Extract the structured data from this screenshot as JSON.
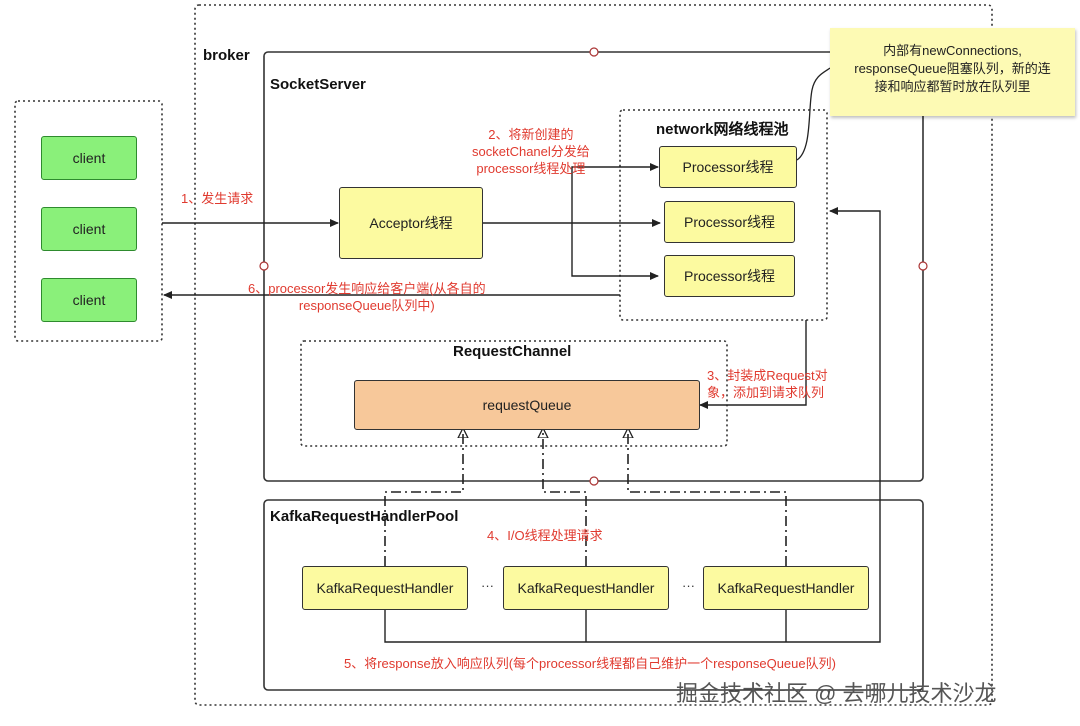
{
  "broker_label": "broker",
  "socket_server_label": "SocketServer",
  "network_pool_label": "network网络线程池",
  "request_channel_label": "RequestChannel",
  "handler_pool_label": "KafkaRequestHandlerPool",
  "clients": [
    "client",
    "client",
    "client"
  ],
  "acceptor_label": "Acceptor线程",
  "processors": [
    "Processor线程",
    "Processor线程",
    "Processor线程"
  ],
  "request_queue_label": "requestQueue",
  "handlers": [
    "KafkaRequestHandler",
    "KafkaRequestHandler",
    "KafkaRequestHandler"
  ],
  "ellipsis": "···",
  "note": {
    "line1": "内部有newConnections,",
    "line2": "responseQueue阻塞队列，新的连",
    "line3": "接和响应都暂时放在队列里"
  },
  "steps": {
    "step1": "1、发生请求",
    "step2_line1": "2、将新创建的",
    "step2_line2": "socketChanel分发给",
    "step2_line3": "processor线程处理",
    "step3_line1": "3、封装成Request对",
    "step3_line2": "象，添加到请求队列",
    "step4": "4、I/O线程处理请求",
    "step5": "5、将response放入响应队列(每个processor线程都自己维护一个responseQueue队列)",
    "step6_line1": "6、processor发生响应给客户端(从各自的",
    "step6_line2": "responseQueue队列中)"
  },
  "watermark": "掘金技术社区 @ 去哪儿技术沙龙",
  "colors": {
    "client_fill": "#8af07a",
    "thread_fill": "#fcfaa0",
    "queue_fill": "#f7c89a",
    "annotation_red": "#e03a2f"
  }
}
